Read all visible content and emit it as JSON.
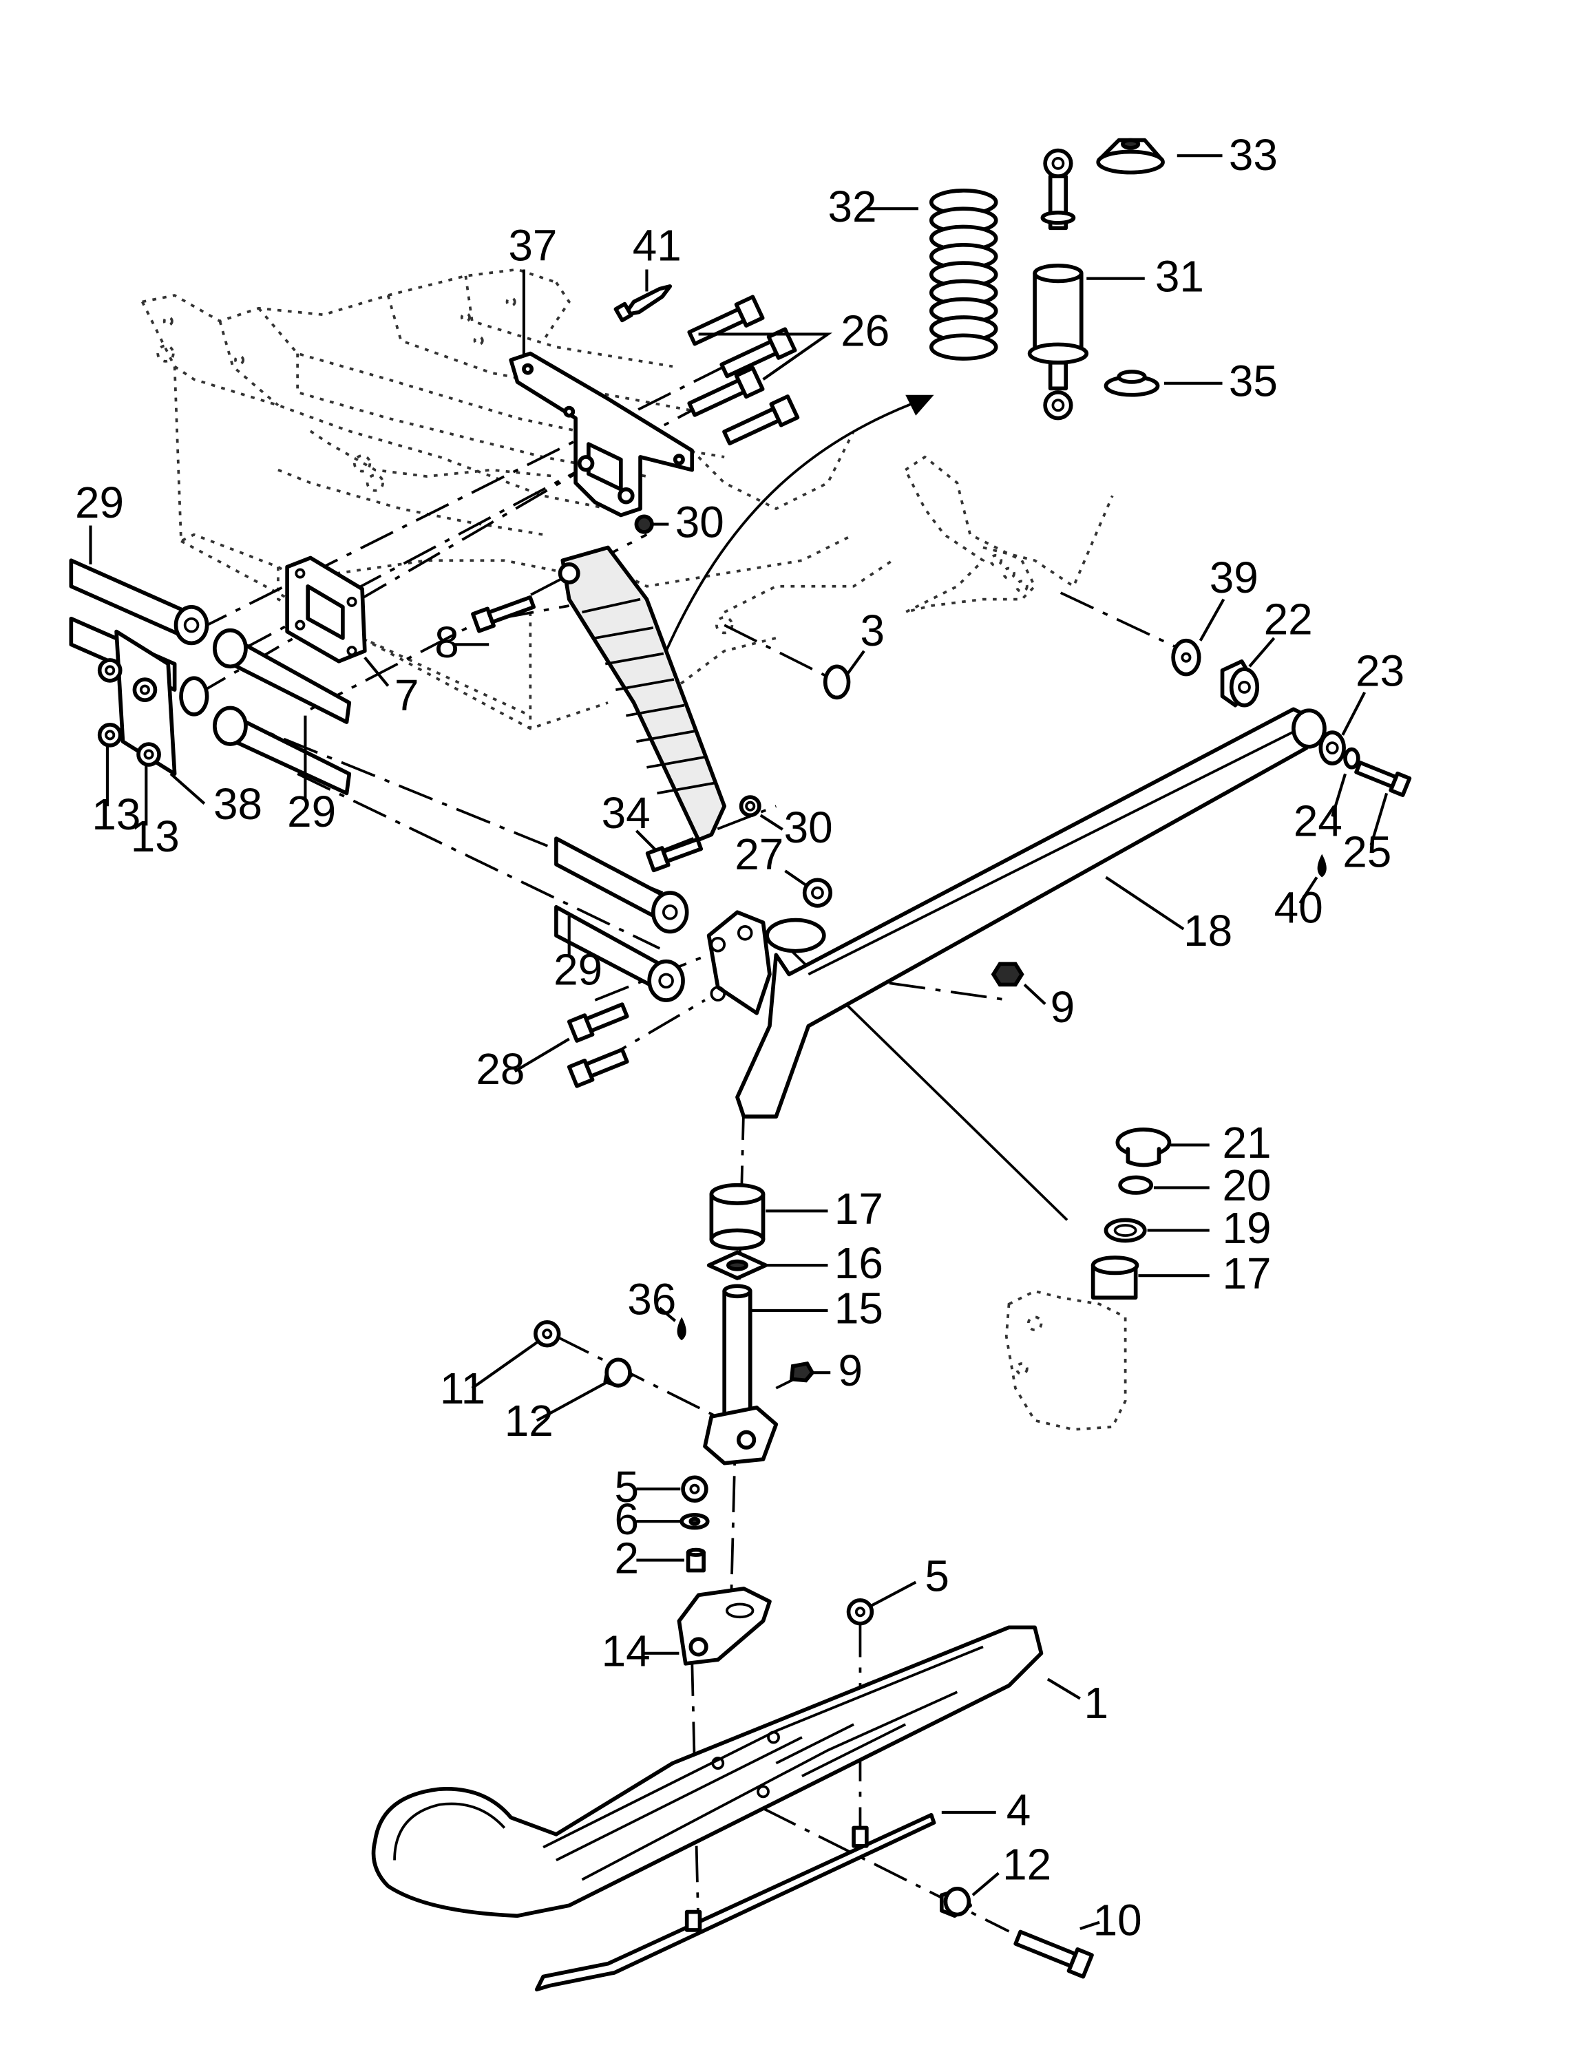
{
  "callouts": [
    {
      "id": "c1",
      "text": "1"
    },
    {
      "id": "c2",
      "text": "2"
    },
    {
      "id": "c3",
      "text": "3"
    },
    {
      "id": "c4",
      "text": "4"
    },
    {
      "id": "c5a",
      "text": "5"
    },
    {
      "id": "c5b",
      "text": "5"
    },
    {
      "id": "c6",
      "text": "6"
    },
    {
      "id": "c7",
      "text": "7"
    },
    {
      "id": "c8",
      "text": "8"
    },
    {
      "id": "c9a",
      "text": "9"
    },
    {
      "id": "c9b",
      "text": "9"
    },
    {
      "id": "c10",
      "text": "10"
    },
    {
      "id": "c11",
      "text": "11"
    },
    {
      "id": "c12a",
      "text": "12"
    },
    {
      "id": "c12b",
      "text": "12"
    },
    {
      "id": "c13a",
      "text": "13"
    },
    {
      "id": "c13b",
      "text": "13"
    },
    {
      "id": "c14",
      "text": "14"
    },
    {
      "id": "c15",
      "text": "15"
    },
    {
      "id": "c16",
      "text": "16"
    },
    {
      "id": "c17a",
      "text": "17"
    },
    {
      "id": "c17b",
      "text": "17"
    },
    {
      "id": "c18",
      "text": "18"
    },
    {
      "id": "c19",
      "text": "19"
    },
    {
      "id": "c20",
      "text": "20"
    },
    {
      "id": "c21",
      "text": "21"
    },
    {
      "id": "c22",
      "text": "22"
    },
    {
      "id": "c23",
      "text": "23"
    },
    {
      "id": "c24",
      "text": "24"
    },
    {
      "id": "c25",
      "text": "25"
    },
    {
      "id": "c26",
      "text": "26"
    },
    {
      "id": "c27",
      "text": "27"
    },
    {
      "id": "c28",
      "text": "28"
    },
    {
      "id": "c29a",
      "text": "29"
    },
    {
      "id": "c29b",
      "text": "29"
    },
    {
      "id": "c29c",
      "text": "29"
    },
    {
      "id": "c30a",
      "text": "30"
    },
    {
      "id": "c30b",
      "text": "30"
    },
    {
      "id": "c31",
      "text": "31"
    },
    {
      "id": "c32",
      "text": "32"
    },
    {
      "id": "c33",
      "text": "33"
    },
    {
      "id": "c34",
      "text": "34"
    },
    {
      "id": "c35",
      "text": "35"
    },
    {
      "id": "c36",
      "text": "36"
    },
    {
      "id": "c37",
      "text": "37"
    },
    {
      "id": "c38",
      "text": "38"
    },
    {
      "id": "c39",
      "text": "39"
    },
    {
      "id": "c40",
      "text": "40"
    },
    {
      "id": "c41",
      "text": "41"
    }
  ]
}
